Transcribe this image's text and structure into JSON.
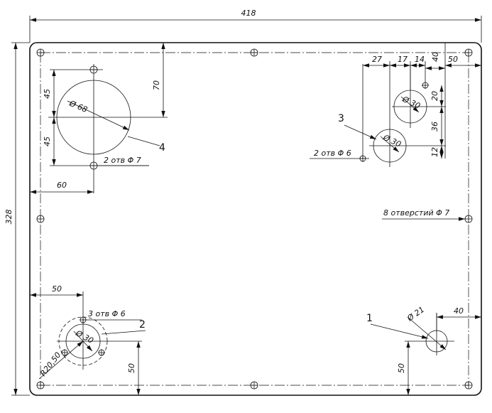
{
  "dims": {
    "overall_width": "418",
    "overall_height": "328",
    "left_offset_60": "60",
    "v45_top": "45",
    "v45_bottom": "45",
    "v70": "70",
    "d68": "Ø 68",
    "holes_2x7": "2 отв Φ 7",
    "h27": "27",
    "h17": "17",
    "h14": "14",
    "h40_top": "40",
    "h50_top": "50",
    "v20": "20",
    "d30_upper": "Ø 30",
    "v36": "36",
    "d30_lower": "Ø 30",
    "v12": "12",
    "holes_2x6": "2 отв Φ 6",
    "holes_8x7": "8 отверстий Φ 7",
    "h50_left": "50",
    "holes_3x6": "3 отв Φ 6",
    "d30_bottom": "Ø 30",
    "r2050": "R20,50",
    "v50_left": "50",
    "h40_right": "40",
    "d21": "Ø 21",
    "v50_right": "50"
  },
  "callouts": {
    "c1": "1",
    "c2": "2",
    "c3": "3",
    "c4": "4"
  }
}
